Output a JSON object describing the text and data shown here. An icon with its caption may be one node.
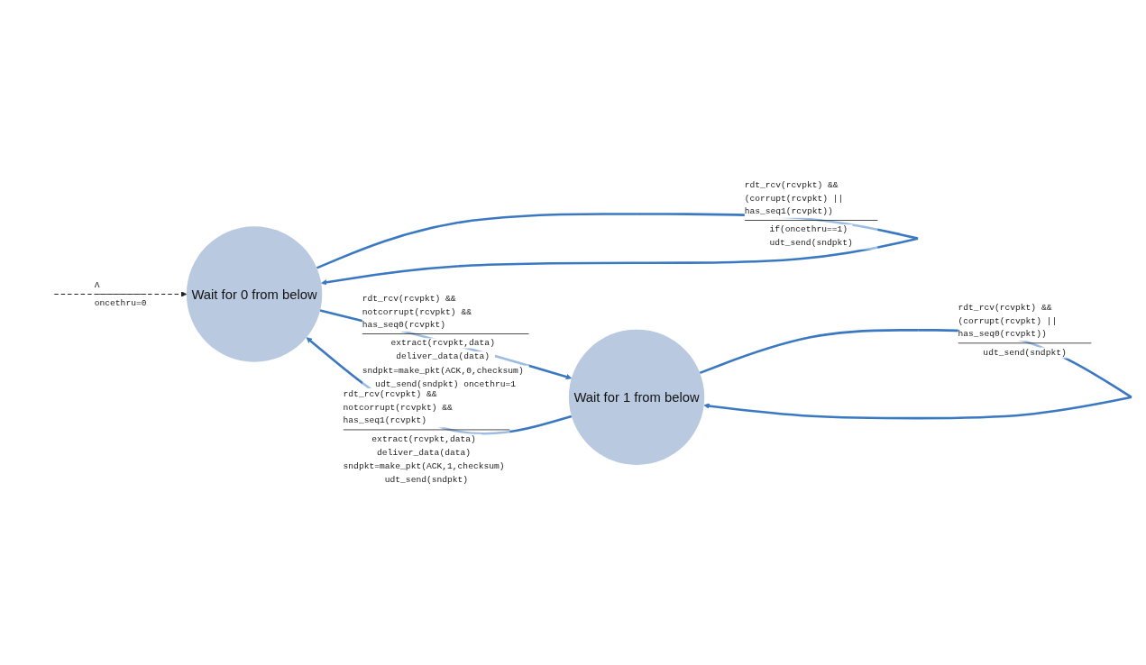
{
  "diagram": {
    "nodes": [
      {
        "text": [
          "Wait for 0 from below"
        ]
      },
      {
        "text": [
          "Wait for 1 from below"
        ]
      }
    ],
    "edges": [
      {
        "from": null,
        "to": 0,
        "arrow": "to",
        "label": [
          "Λ",
          "oncethru=0"
        ],
        "style": "dashed",
        "color": "#222222"
      },
      {
        "from": 0,
        "to": 0,
        "arrow": "to",
        "label": [
          "rdt_rcv(rcvpkt) && (corrupt(rcvpkt) || has_seq1(rcvpkt))",
          "if(oncethru==1) udt_send(sndpkt)"
        ]
      },
      {
        "from": 0,
        "to": 1,
        "arrow": "to",
        "label": [
          "rdt_rcv(rcvpkt) && notcorrupt(rcvpkt) && has_seq0(rcvpkt)",
          "extract(rcvpkt,data) deliver_data(data) sndpkt=make_pkt(ACK,0,checksum) udt_send(sndpkt) oncethru=1"
        ]
      },
      {
        "from": 1,
        "to": 1,
        "arrow": "to",
        "label": [
          "rdt_rcv(rcvpkt) && (corrupt(rcvpkt) || has_seq0(rcvpkt))",
          "udt_send(sndpkt)"
        ]
      },
      {
        "from": 1,
        "to": 0,
        "arrow": "to",
        "label": [
          "rdt_rcv(rcvpkt) && notcorrupt(rcvpkt) && has_seq1(rcvpkt)",
          "extract(rcvpkt,data) deliver_data(data) sndpkt=make_pkt(ACK,1,checksum) udt_send(sndpkt)"
        ]
      }
    ]
  }
}
